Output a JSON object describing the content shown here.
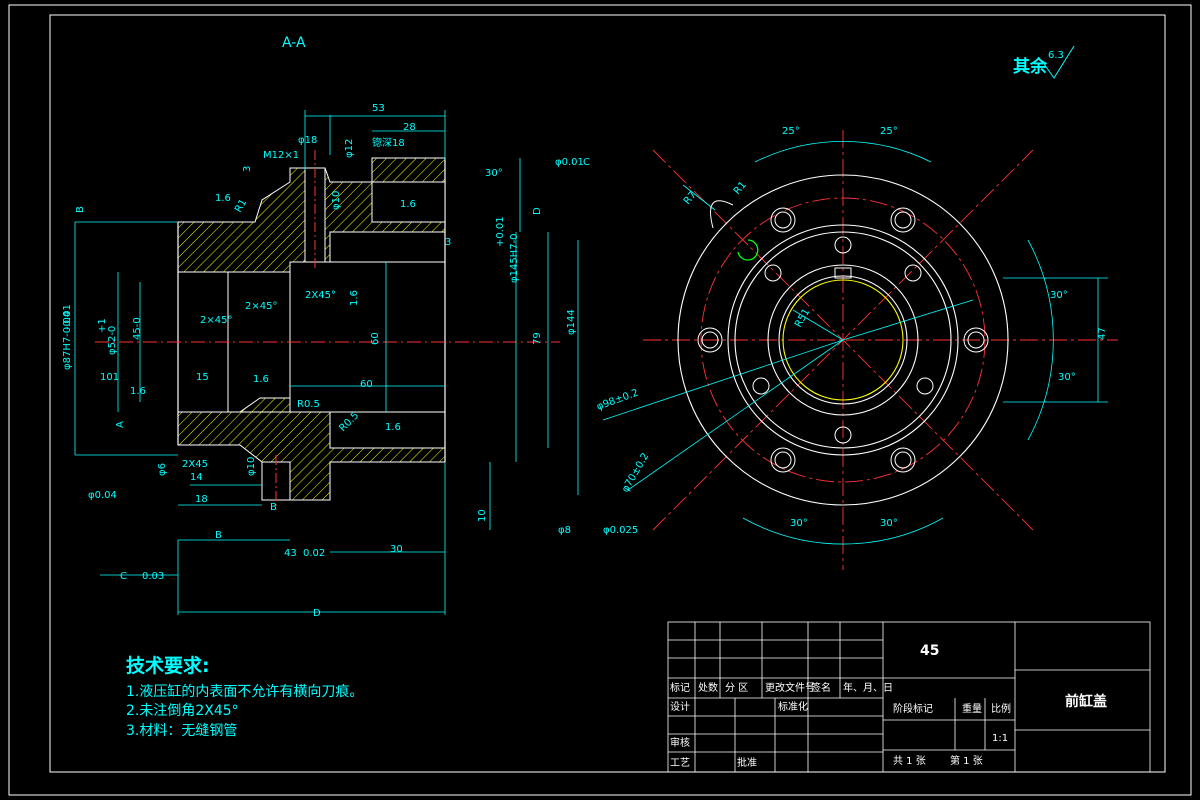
{
  "section_label": "A-A",
  "surface_note": {
    "text": "其余",
    "value": "6.3"
  },
  "colors": {
    "outline": "#ffffff",
    "dimension": "#00ffff",
    "centerline": "#ff3333",
    "hatch": "#ffff00",
    "background": "#000000"
  },
  "section_view": {
    "dimensions": [
      "53",
      "28",
      "φ18",
      "M12×1",
      "3",
      "φ12",
      "锪深18",
      "30°",
      "φ0.01",
      "C",
      "1.6",
      "R1",
      "φ10",
      "1.6",
      "+0.01",
      "φ145H7-0",
      "D",
      "3",
      "2X45°",
      "1.6",
      "+1",
      "φ52-0",
      "45-0",
      "-0.01",
      "φ87H7-0.04",
      "2×45°",
      "2×45°",
      "60",
      "79",
      "φ144",
      "15",
      "1.6",
      "60",
      "R0.5",
      "1.6",
      "R0.5",
      "1.6",
      "B",
      "A",
      "2X45",
      "14",
      "φ10",
      "φ6",
      "18",
      "φ0.04",
      "B",
      "10",
      "φ8",
      "φ0.025",
      "B",
      "30",
      "43",
      "0.02",
      "C",
      "0.03",
      "D",
      "101"
    ]
  },
  "front_view": {
    "dimensions": [
      "25°",
      "25°",
      "R1",
      "R7",
      "30°",
      "30°",
      "47",
      "R51",
      "φ98±0.2",
      "φ70±0.2",
      "30°",
      "30°"
    ]
  },
  "tech_requirements": {
    "title": "技术要求:",
    "items": [
      "1.液压缸的内表面不允许有横向刀痕。",
      "2.未注倒角2X45°",
      "3.材料：无缝钢管"
    ]
  },
  "title_block": {
    "material": "45",
    "part_name": "前缸盖",
    "row_labels": [
      "标记",
      "处数",
      "分 区",
      "更改文件号",
      "签名",
      "年、月、日"
    ],
    "design": "设计",
    "standardize": "标准化",
    "review": "审核",
    "process": "工艺",
    "approve": "批准",
    "stage_mark": "阶段标记",
    "weight": "重量",
    "scale_label": "比例",
    "scale": "1:1",
    "sheets_total": "共 1  张",
    "sheet_no": "第 1  张"
  }
}
